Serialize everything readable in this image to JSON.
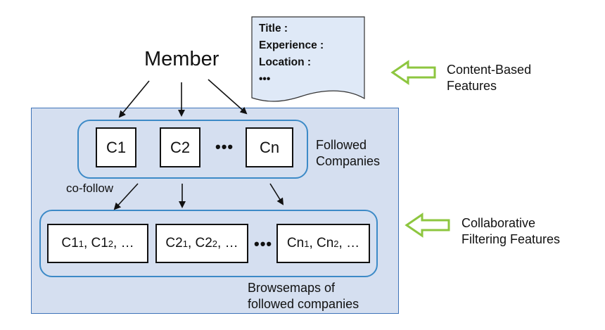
{
  "member": "Member",
  "profile_doc": {
    "lines": [
      "Title :",
      "Experience :",
      "Location :",
      "•••"
    ]
  },
  "followed": {
    "boxes": [
      "C1",
      "C2",
      "Cn"
    ],
    "ellipsis": "•••",
    "label": [
      "Followed",
      "Companies"
    ]
  },
  "co_follow_label": "co-follow",
  "browsemaps": {
    "boxes": [
      {
        "a": "C1",
        "a_sub": "1",
        "b": "C1",
        "b_sub": "2",
        "tail": "…"
      },
      {
        "a": "C2",
        "a_sub": "1",
        "b": "C2",
        "b_sub": "2",
        "tail": "…"
      },
      {
        "a": "Cn",
        "a_sub": "1",
        "b": "Cn",
        "b_sub": "2",
        "tail": "…"
      }
    ],
    "ellipsis": "•••",
    "label": [
      "Browsemaps of",
      "followed companies"
    ]
  },
  "legend": {
    "content_based": [
      "Content-Based",
      "Features"
    ],
    "collaborative": [
      "Collaborative",
      "Filtering Features"
    ]
  },
  "colors": {
    "panel_fill": "#d5dff0",
    "panel_border": "#3e73b8",
    "group_border": "#3c8ac7",
    "arrow_green": "#8dc63f"
  }
}
